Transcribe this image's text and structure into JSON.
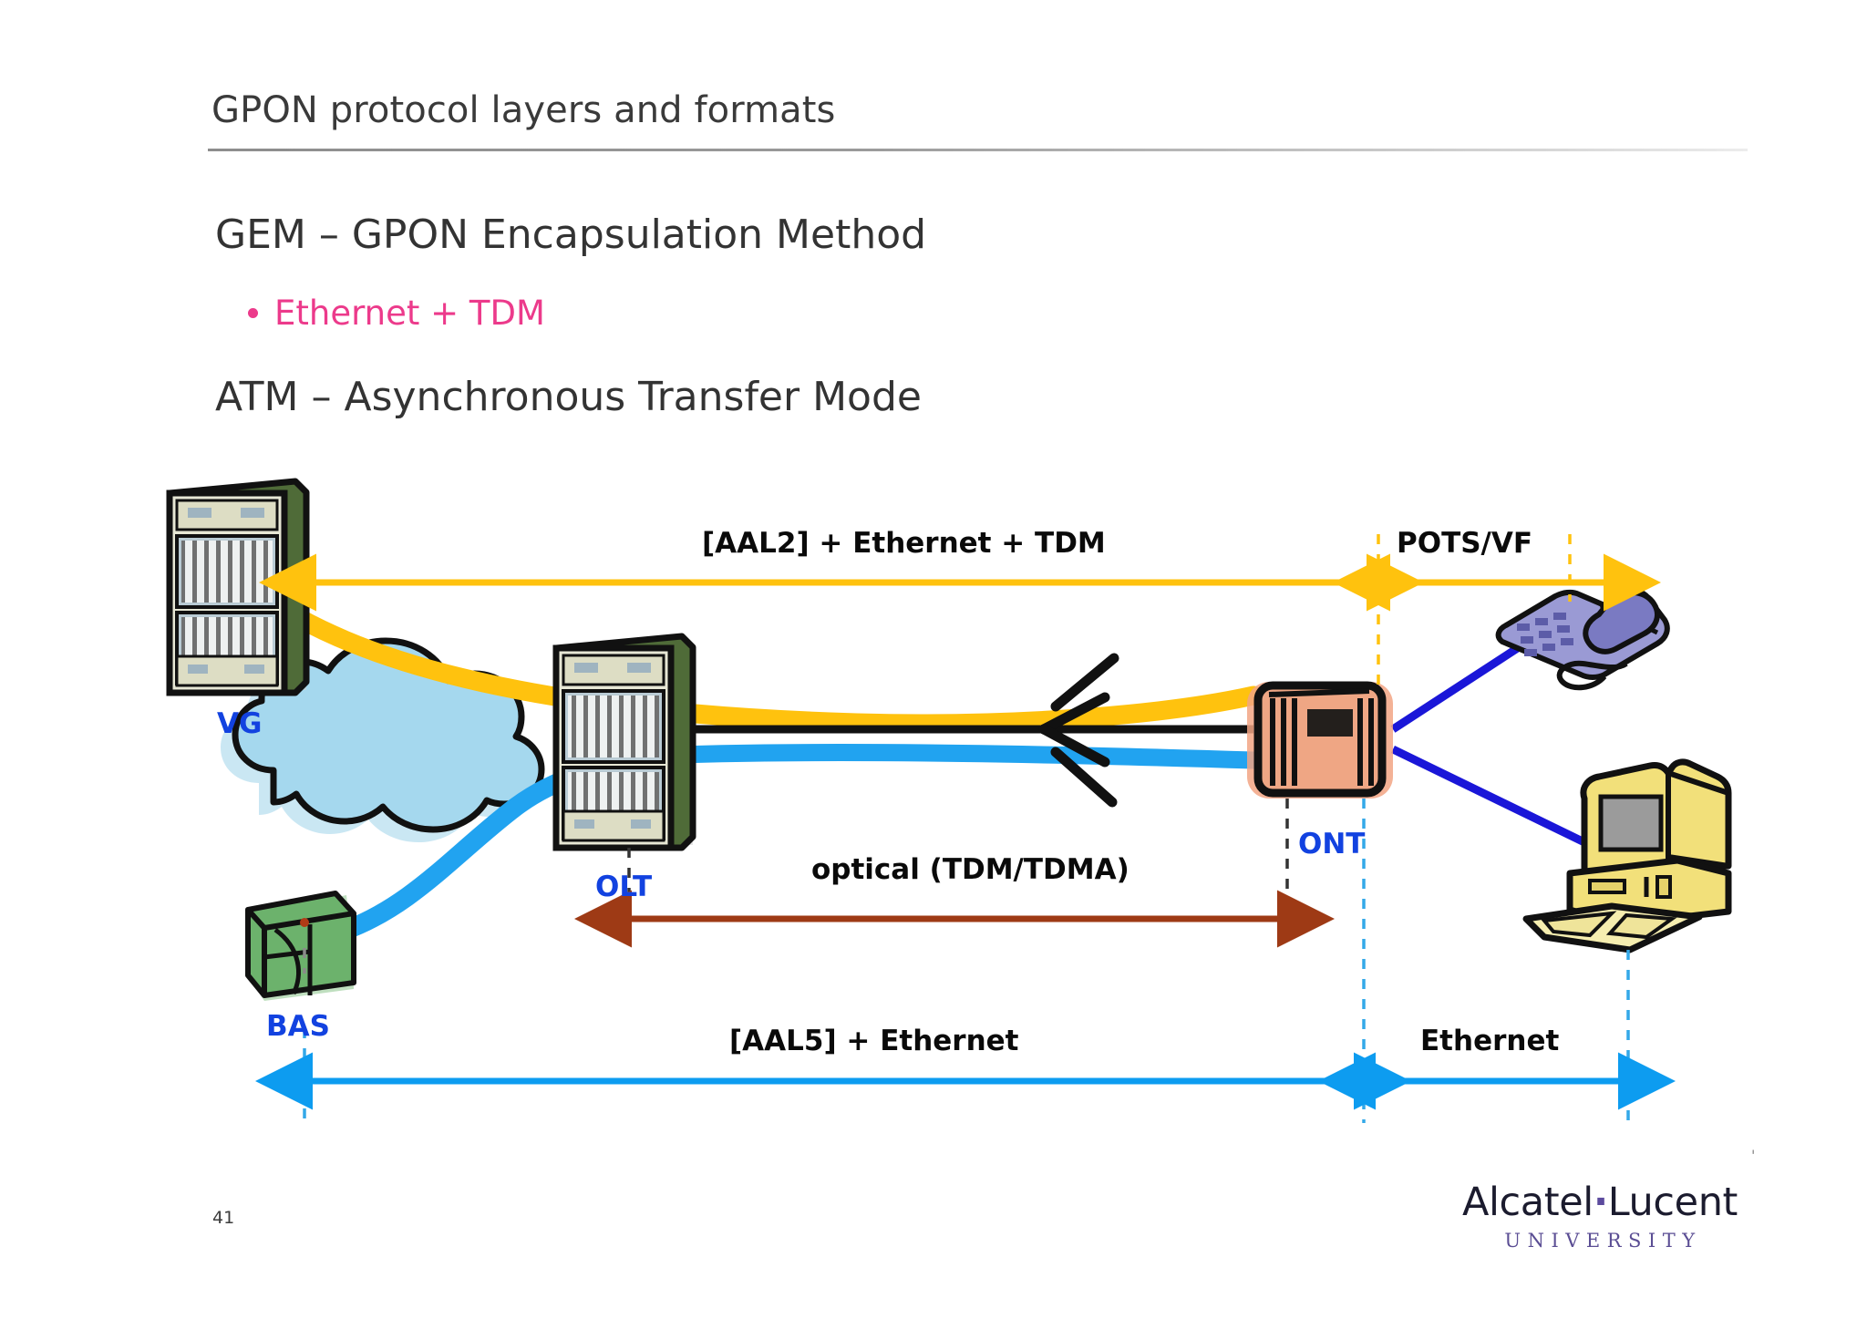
{
  "slide": {
    "title": "GPON protocol layers and formats",
    "page_number": "41",
    "footer_tick": "'"
  },
  "content": {
    "heading_gem": "GEM – GPON Encapsulation Method",
    "bullet": "Ethernet + TDM",
    "heading_atm": "ATM – Asynchronous Transfer Mode"
  },
  "logo": {
    "brand_left": "Alcatel",
    "brand_dot": "·",
    "brand_right": "Lucent",
    "sub": "UNIVERSITY"
  },
  "diagram": {
    "nodes": [
      {
        "id": "vg",
        "label": "VG",
        "icon": "equipment-rack-icon",
        "color": "#f2f2e0"
      },
      {
        "id": "olt",
        "label": "OLT",
        "icon": "equipment-rack-icon",
        "color": "#f2f2e0"
      },
      {
        "id": "bas",
        "label": "BAS",
        "icon": "green-server-icon",
        "color": "#6cb26c"
      },
      {
        "id": "ont",
        "label": "ONT",
        "icon": "ont-modem-icon",
        "color": "#f0aa85"
      },
      {
        "id": "cloud",
        "label": "",
        "icon": "network-cloud-icon",
        "color": "#9fd4ea"
      },
      {
        "id": "phone",
        "label": "",
        "icon": "desk-phone-icon",
        "color": "#9a9ad4"
      },
      {
        "id": "pc",
        "label": "",
        "icon": "desktop-computer-icon",
        "color": "#f2e07a"
      },
      {
        "id": "splitter",
        "label": "",
        "icon": "optical-splitter-icon",
        "color": "#000000"
      }
    ],
    "spans": [
      {
        "id": "aal2",
        "label": "[AAL2] + Ethernet + TDM",
        "color": "#ffc20e"
      },
      {
        "id": "potsvf",
        "label": "POTS/VF",
        "color": "#ffc20e"
      },
      {
        "id": "optical",
        "label": "optical (TDM/TDMA)",
        "color": "#9e3a15"
      },
      {
        "id": "aal5",
        "label": "[AAL5] + Ethernet",
        "color": "#21a3f0"
      },
      {
        "id": "ethernet",
        "label": "Ethernet",
        "color": "#21a3f0"
      }
    ],
    "colors": {
      "yellow_link": "#ffc20e",
      "blue_link": "#21a3f0",
      "dark_blue_link": "#1a16d8",
      "brown_arrow": "#9e3a15",
      "node_label": "#1242e0"
    }
  }
}
